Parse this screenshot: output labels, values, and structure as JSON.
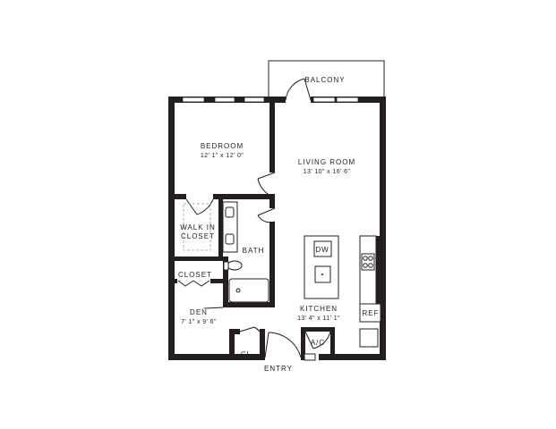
{
  "rooms": {
    "balcony": {
      "name": "BALCONY"
    },
    "bedroom": {
      "name": "BEDROOM",
      "size": "12' 1\" x 12' 0\""
    },
    "living_room": {
      "name": "LIVING ROOM",
      "size": "13' 10\" x 16' 6\""
    },
    "walk_in_closet": {
      "name_line1": "WALK IN",
      "name_line2": "CLOSET"
    },
    "bath": {
      "name": "BATH"
    },
    "closet": {
      "name": "CLOSET"
    },
    "den": {
      "name": "DEN",
      "size": "7' 1\" x 9' 6\""
    },
    "kitchen": {
      "name": "KITCHEN",
      "size": "13' 4\" x 11' 1\""
    },
    "coat_closet": {
      "name": "CL"
    },
    "entry": {
      "name": "ENTRY"
    }
  },
  "fixtures": {
    "dishwasher": "DW",
    "refrigerator": "REF",
    "ac": "A/C"
  }
}
